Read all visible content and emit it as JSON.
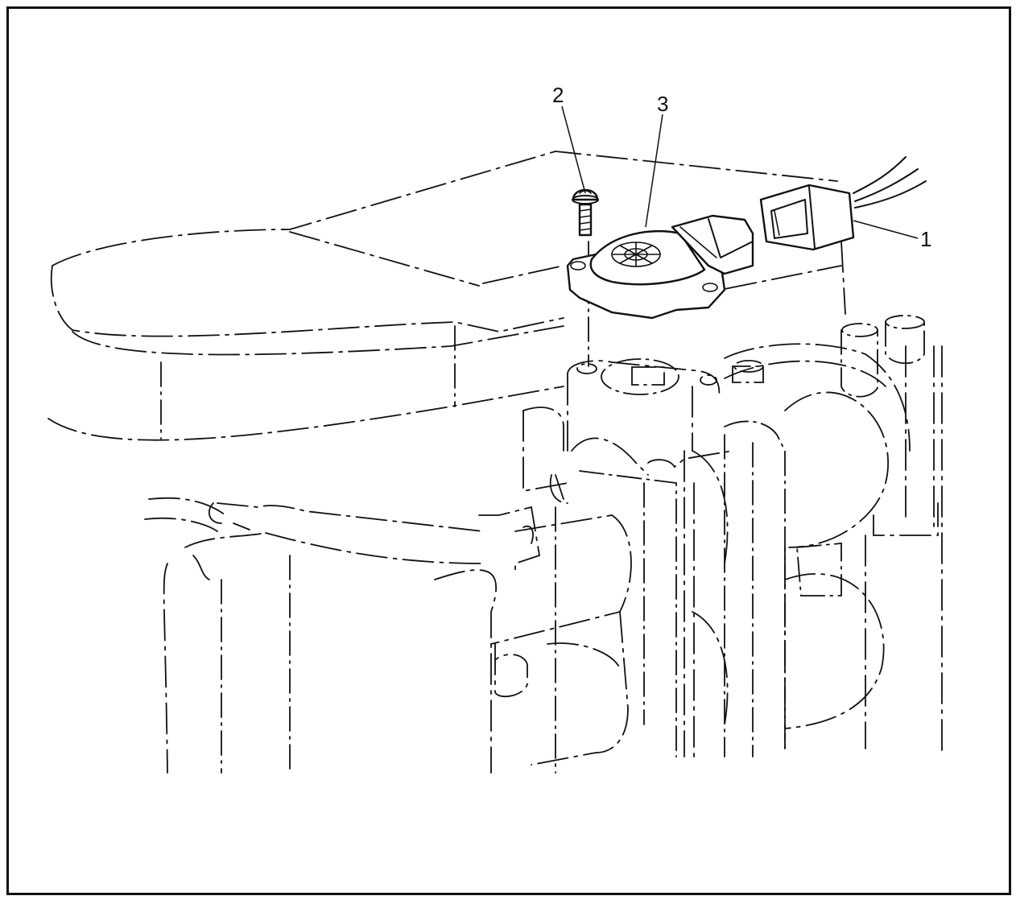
{
  "figure": {
    "callouts": [
      {
        "id": "connector",
        "label": "1"
      },
      {
        "id": "screw",
        "label": "2"
      },
      {
        "id": "sensor",
        "label": "3"
      }
    ]
  }
}
